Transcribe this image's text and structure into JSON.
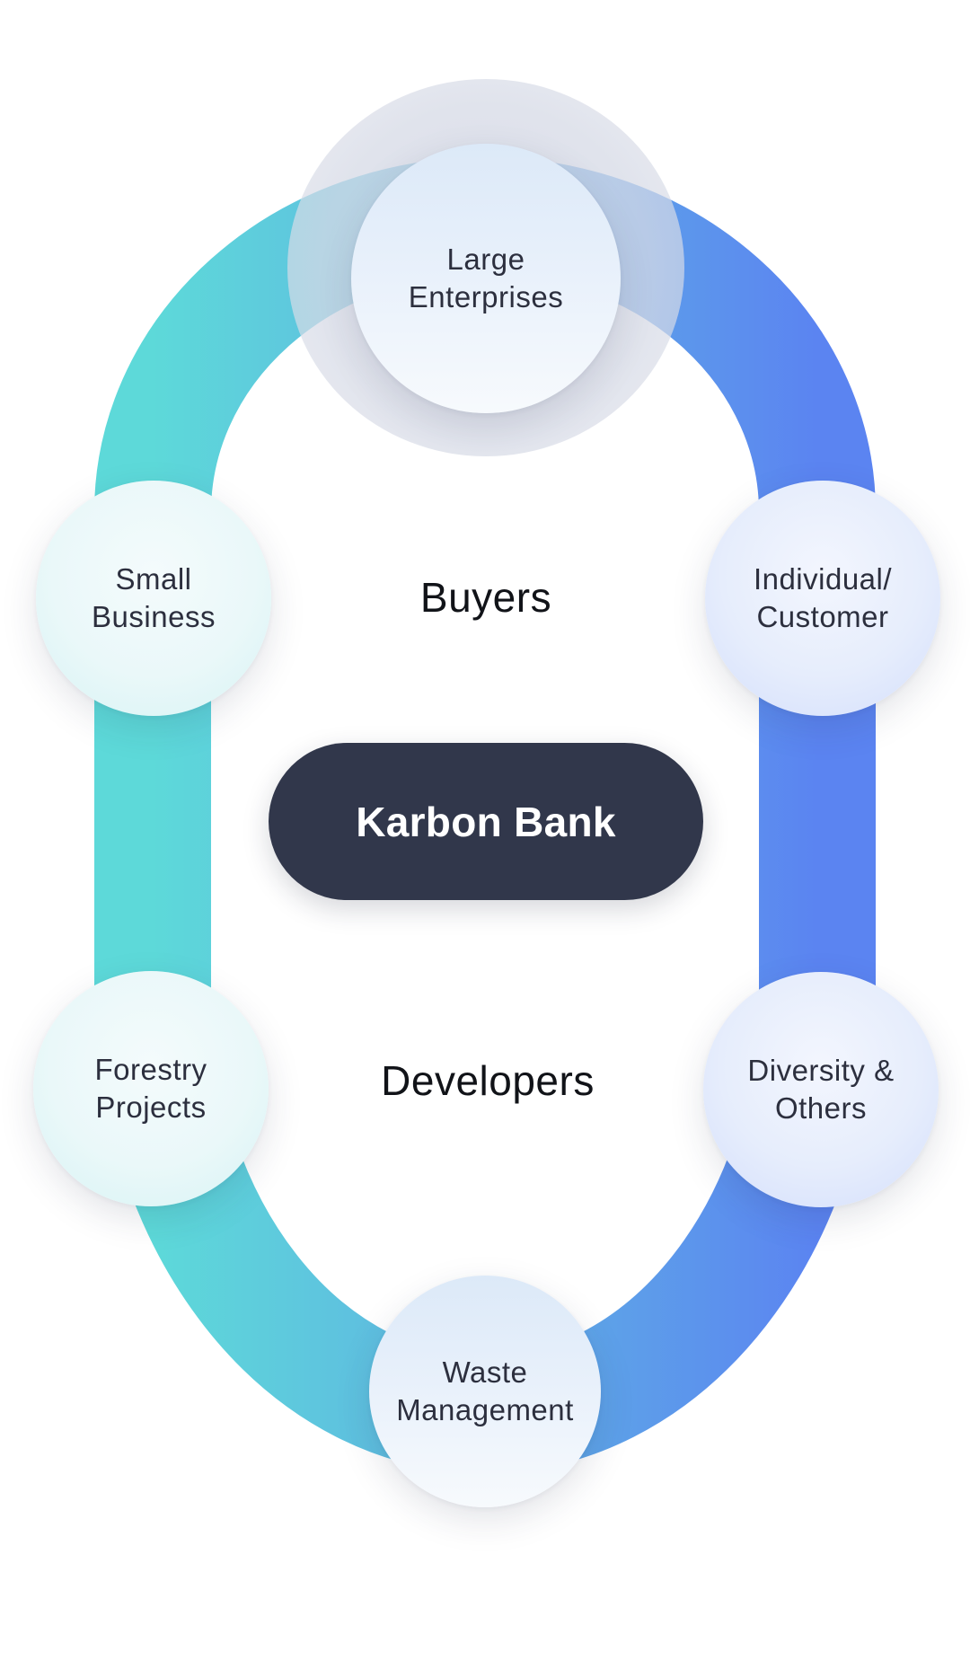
{
  "center": {
    "label": "Karbon Bank"
  },
  "sections": {
    "top": "Buyers",
    "bottom": "Developers"
  },
  "nodes": {
    "large_enterprises": "Large\nEnterprises",
    "small_business": "Small\nBusiness",
    "individual_customer": "Individual/\nCustomer",
    "forestry_projects": "Forestry\nProjects",
    "diversity_others": "Diversity &\nOthers",
    "waste_management": "Waste\nManagement"
  },
  "colors": {
    "ring_teal": "#5cd8d8",
    "ring_blue": "#5b86f0",
    "pill_background": "#31374b",
    "pill_text": "#ffffff",
    "node_text": "#2c2f3e",
    "halo": "#d8dbe6"
  }
}
